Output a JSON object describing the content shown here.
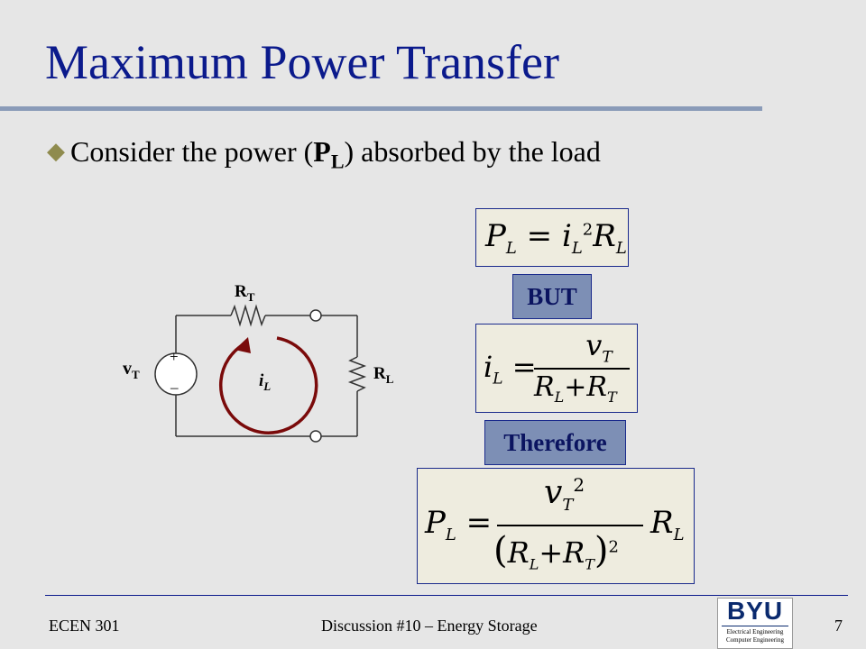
{
  "slide": {
    "title": "Maximum Power Transfer",
    "bullet": {
      "text_before": "Consider the power (",
      "bold": "P",
      "bold_sub": "L",
      "text_after": ") absorbed by the load"
    }
  },
  "circuit": {
    "rt_label": "R",
    "rt_sub": "T",
    "rl_label": "R",
    "rl_sub": "L",
    "vt_label": "v",
    "vt_sub": "T",
    "il_label": "i",
    "il_sub": "L",
    "plus": "+",
    "minus": "–"
  },
  "equations": {
    "eq1": {
      "lhs": "P",
      "lhs_sub": "L",
      "rhs_i": "i",
      "rhs_i_sub": "L",
      "exp": "2",
      "rhs_r": "R",
      "rhs_r_sub": "L"
    },
    "but": "BUT",
    "eq2": {
      "lhs": "i",
      "lhs_sub": "L",
      "num": "v",
      "num_sub": "T",
      "den_a": "R",
      "den_a_sub": "L",
      "plus": "+",
      "den_b": "R",
      "den_b_sub": "T"
    },
    "therefore": "Therefore",
    "eq3": {
      "lhs": "P",
      "lhs_sub": "L",
      "num": "v",
      "num_sub": "T",
      "exp": "2",
      "den_a": "R",
      "den_a_sub": "L",
      "plus": "+",
      "den_b": "R",
      "den_b_sub": "T",
      "rhs": "R",
      "rhs_sub": "L"
    }
  },
  "footer": {
    "course": "ECEN 301",
    "topic": "Discussion #10 – Energy Storage",
    "page": "7",
    "logo_text": "BYU",
    "logo_sub1": "Electrical Engineering",
    "logo_sub2": "Computer Engineering"
  }
}
